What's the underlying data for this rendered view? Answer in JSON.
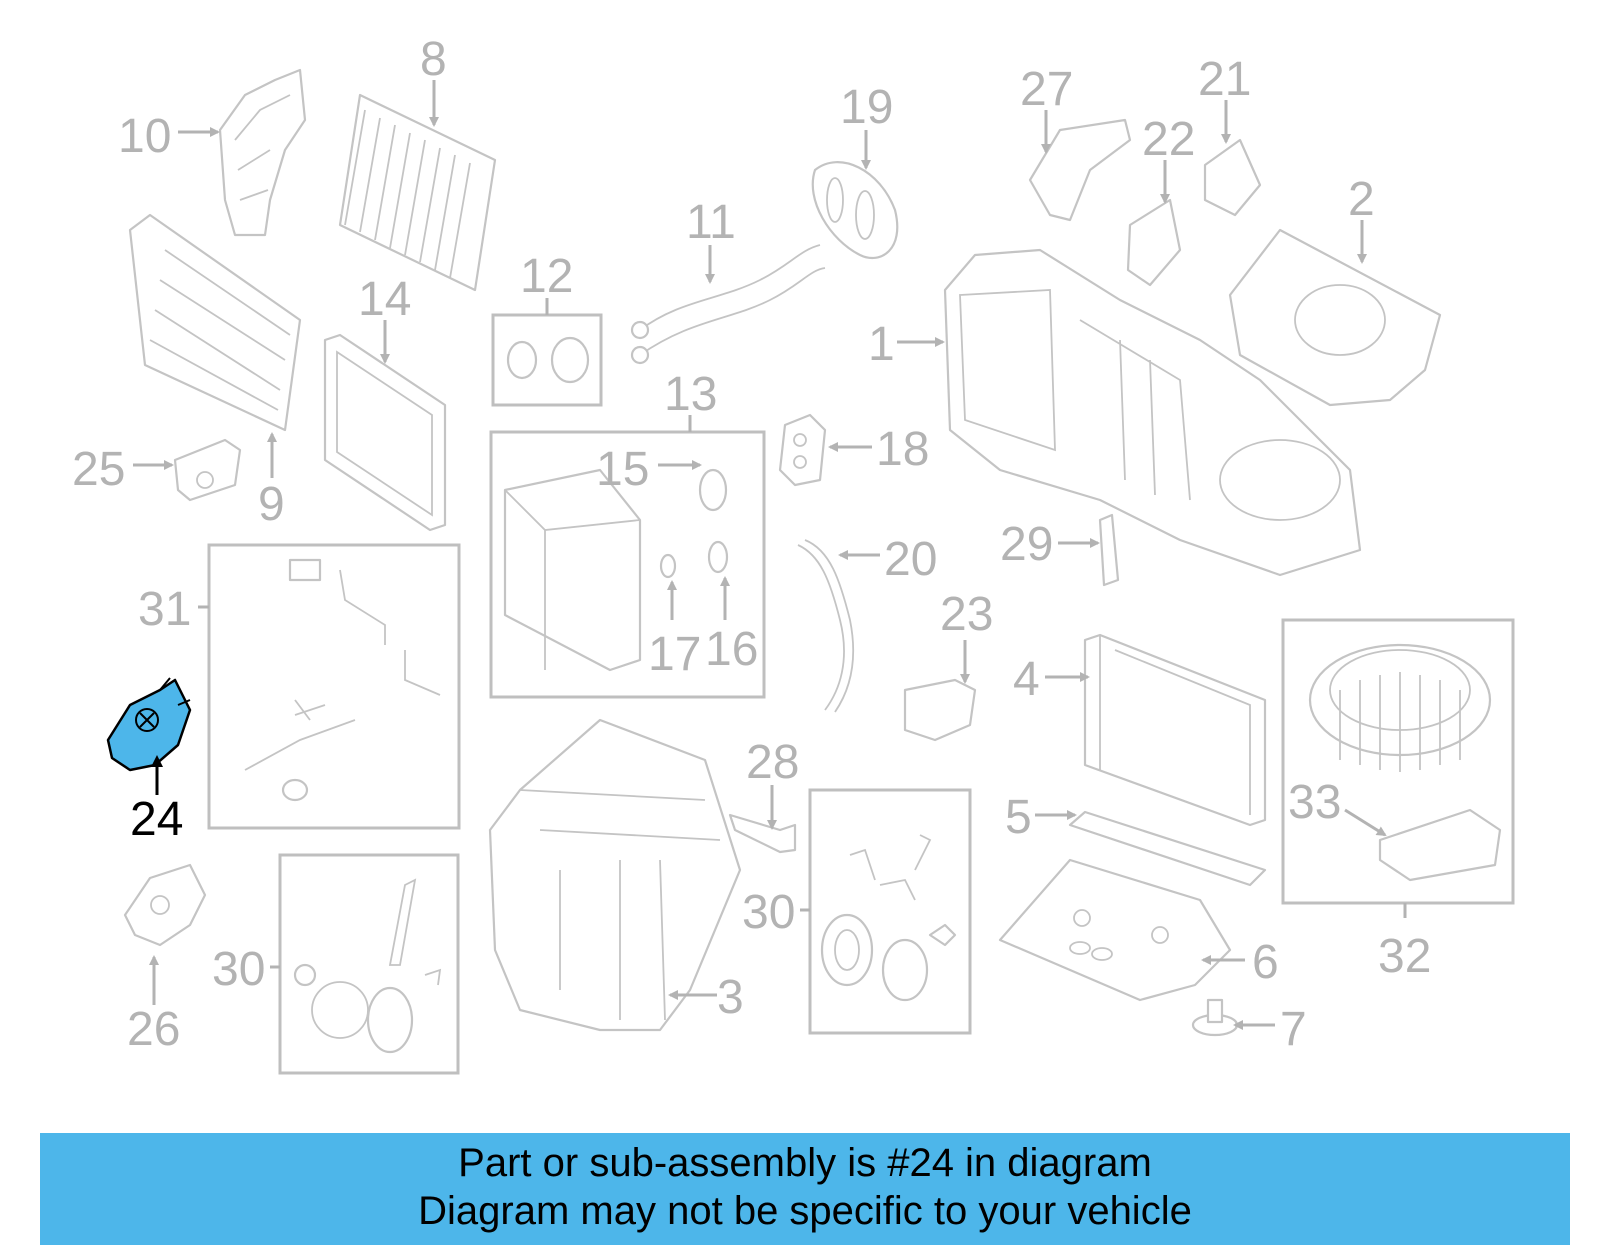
{
  "diagram": {
    "highlighted_part": "24",
    "highlight_color": "#4db6ea",
    "callout_color": "#b3b3b3",
    "callouts": {
      "c1": "1",
      "c2": "2",
      "c3": "3",
      "c4": "4",
      "c5": "5",
      "c6": "6",
      "c7": "7",
      "c8": "8",
      "c9": "9",
      "c10": "10",
      "c11": "11",
      "c12": "12",
      "c13": "13",
      "c14": "14",
      "c15": "15",
      "c16": "16",
      "c17": "17",
      "c18": "18",
      "c19": "19",
      "c20": "20",
      "c21": "21",
      "c22": "22",
      "c23": "23",
      "c24": "24",
      "c25": "25",
      "c26": "26",
      "c27": "27",
      "c28": "28",
      "c29": "29",
      "c30a": "30",
      "c30b": "30",
      "c31": "31",
      "c32": "32",
      "c33": "33"
    }
  },
  "banner": {
    "line1": "Part or sub-assembly is #24 in diagram",
    "line2": "Diagram may not be specific to your vehicle",
    "background": "#4db6ea"
  }
}
